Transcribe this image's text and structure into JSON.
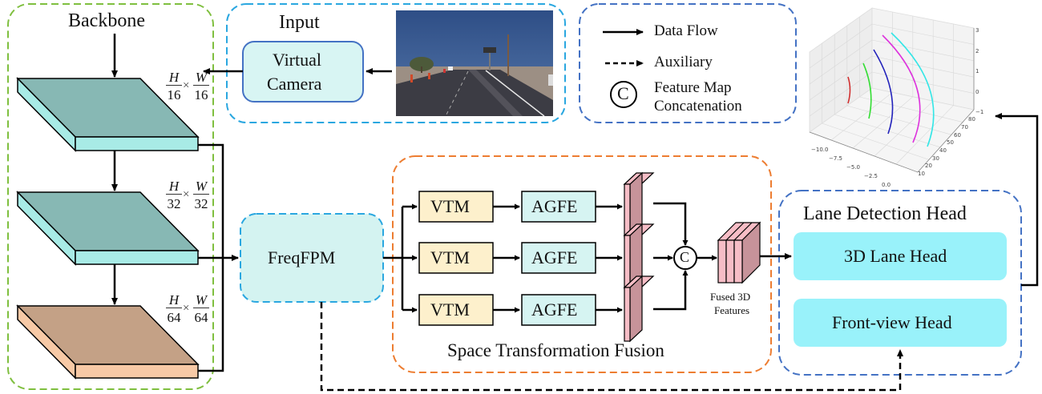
{
  "backbone": {
    "title": "Backbone",
    "feature_maps": [
      {
        "h_num": "H",
        "h_den": "16",
        "w_num": "W",
        "w_den": "16",
        "times": "×",
        "top_color": "#87b8b4",
        "side_color": "#a8ebe6"
      },
      {
        "h_num": "H",
        "h_den": "32",
        "w_num": "W",
        "w_den": "32",
        "times": "×",
        "top_color": "#87b8b4",
        "side_color": "#a8ebe6"
      },
      {
        "h_num": "H",
        "h_den": "64",
        "w_num": "W",
        "w_den": "64",
        "times": "×",
        "top_color": "#c4a186",
        "side_color": "#f7c9a6"
      }
    ]
  },
  "input": {
    "title": "Input",
    "virtual_camera_line1": "Virtual",
    "virtual_camera_line2": "Camera",
    "image_desc": "front-camera road scene"
  },
  "legend": {
    "data_flow": "Data Flow",
    "auxiliary": "Auxiliary",
    "concat_symbol": "C",
    "concat_line1": "Feature Map",
    "concat_line2": "Concatenation"
  },
  "freqfpm": {
    "label": "FreqFPM"
  },
  "stf": {
    "title": "Space Transformation Fusion",
    "rows": [
      {
        "vtm": "VTM",
        "agfe": "AGFE"
      },
      {
        "vtm": "VTM",
        "agfe": "AGFE"
      },
      {
        "vtm": "VTM",
        "agfe": "AGFE"
      }
    ],
    "concat_symbol": "C",
    "fused_line1": "Fused 3D",
    "fused_line2": "Features"
  },
  "head": {
    "title": "Lane Detection Head",
    "lane_head": "3D Lane Head",
    "front_head": "Front-view Head"
  },
  "plot3d": {
    "x_ticks": [
      "−10.0",
      "−7.5",
      "−5.0",
      "−2.5",
      "0.0"
    ],
    "y_ticks": [
      "10",
      "20",
      "30",
      "40",
      "50",
      "60",
      "70",
      "80"
    ],
    "z_ticks": [
      "3",
      "2",
      "1",
      "0",
      "−1"
    ],
    "lane_colors": [
      "#d03030",
      "#33dd33",
      "#2222bb",
      "#dd33dd",
      "#33e6e6"
    ]
  },
  "colors": {
    "backbone_border": "#7fbf3f",
    "input_border": "#2aa7e0",
    "legend_border": "#4472c4",
    "stf_border": "#ed7d31",
    "head_border": "#4472c4",
    "freqfpm_fill": "#d4f3f1",
    "vtm_fill": "#fdf0cc",
    "agfe_fill": "#d6f4f2",
    "head_box_fill": "#99f2fa",
    "camera_fill": "#d8f5f3",
    "camera_border": "#4472c4",
    "feature_face": "#c7939a",
    "feature_edge": "#f6bdc6"
  }
}
